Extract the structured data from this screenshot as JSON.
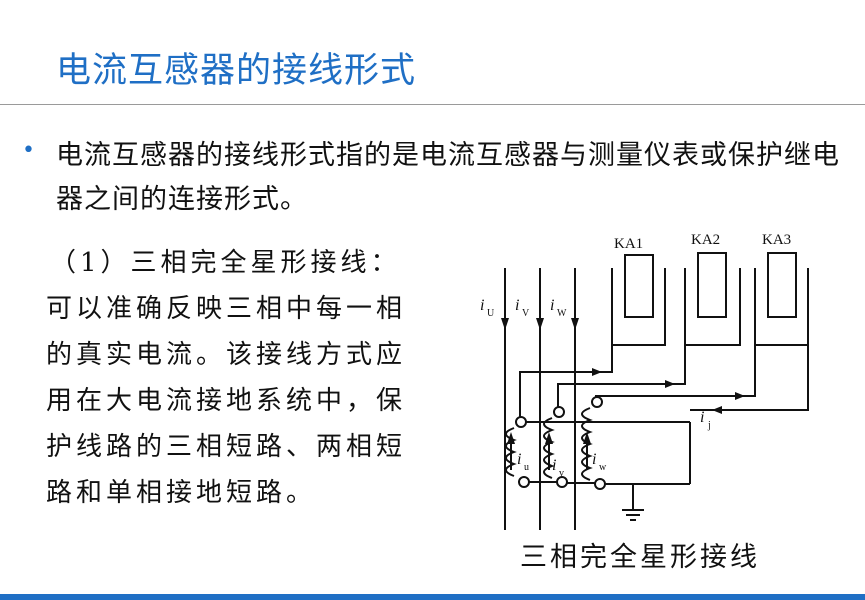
{
  "slide": {
    "title": "电流互感器的接线形式",
    "bullet_symbol": "•",
    "bullet_text": "电流互感器的接线形式指的是电流互感器与测量仪表或保护继电器之间的连接形式。",
    "section": {
      "heading": "（1）三相完全星形接线：",
      "body_lines": [
        "可以准确反映三相中每一相",
        "的真实电流。该接线方式应",
        "用在大电流接地系统中，保",
        "护线路的三相短路、两相短",
        "路和单相接地短路。"
      ]
    }
  },
  "diagram": {
    "relay_labels": [
      "KA1",
      "KA2",
      "KA3"
    ],
    "line_current_labels": [
      "i",
      "i",
      "i"
    ],
    "line_current_subs": [
      "U",
      "V",
      "W"
    ],
    "ct_current_labels": [
      "i",
      "i",
      "i"
    ],
    "ct_current_subs": [
      "u",
      "v",
      "w"
    ],
    "neutral_current_label": "i",
    "neutral_current_sub": "j",
    "caption": "三相完全星形接线"
  },
  "colors": {
    "accent": "#1f6fc5",
    "text": "#111111",
    "rule": "#9a9a9a"
  }
}
